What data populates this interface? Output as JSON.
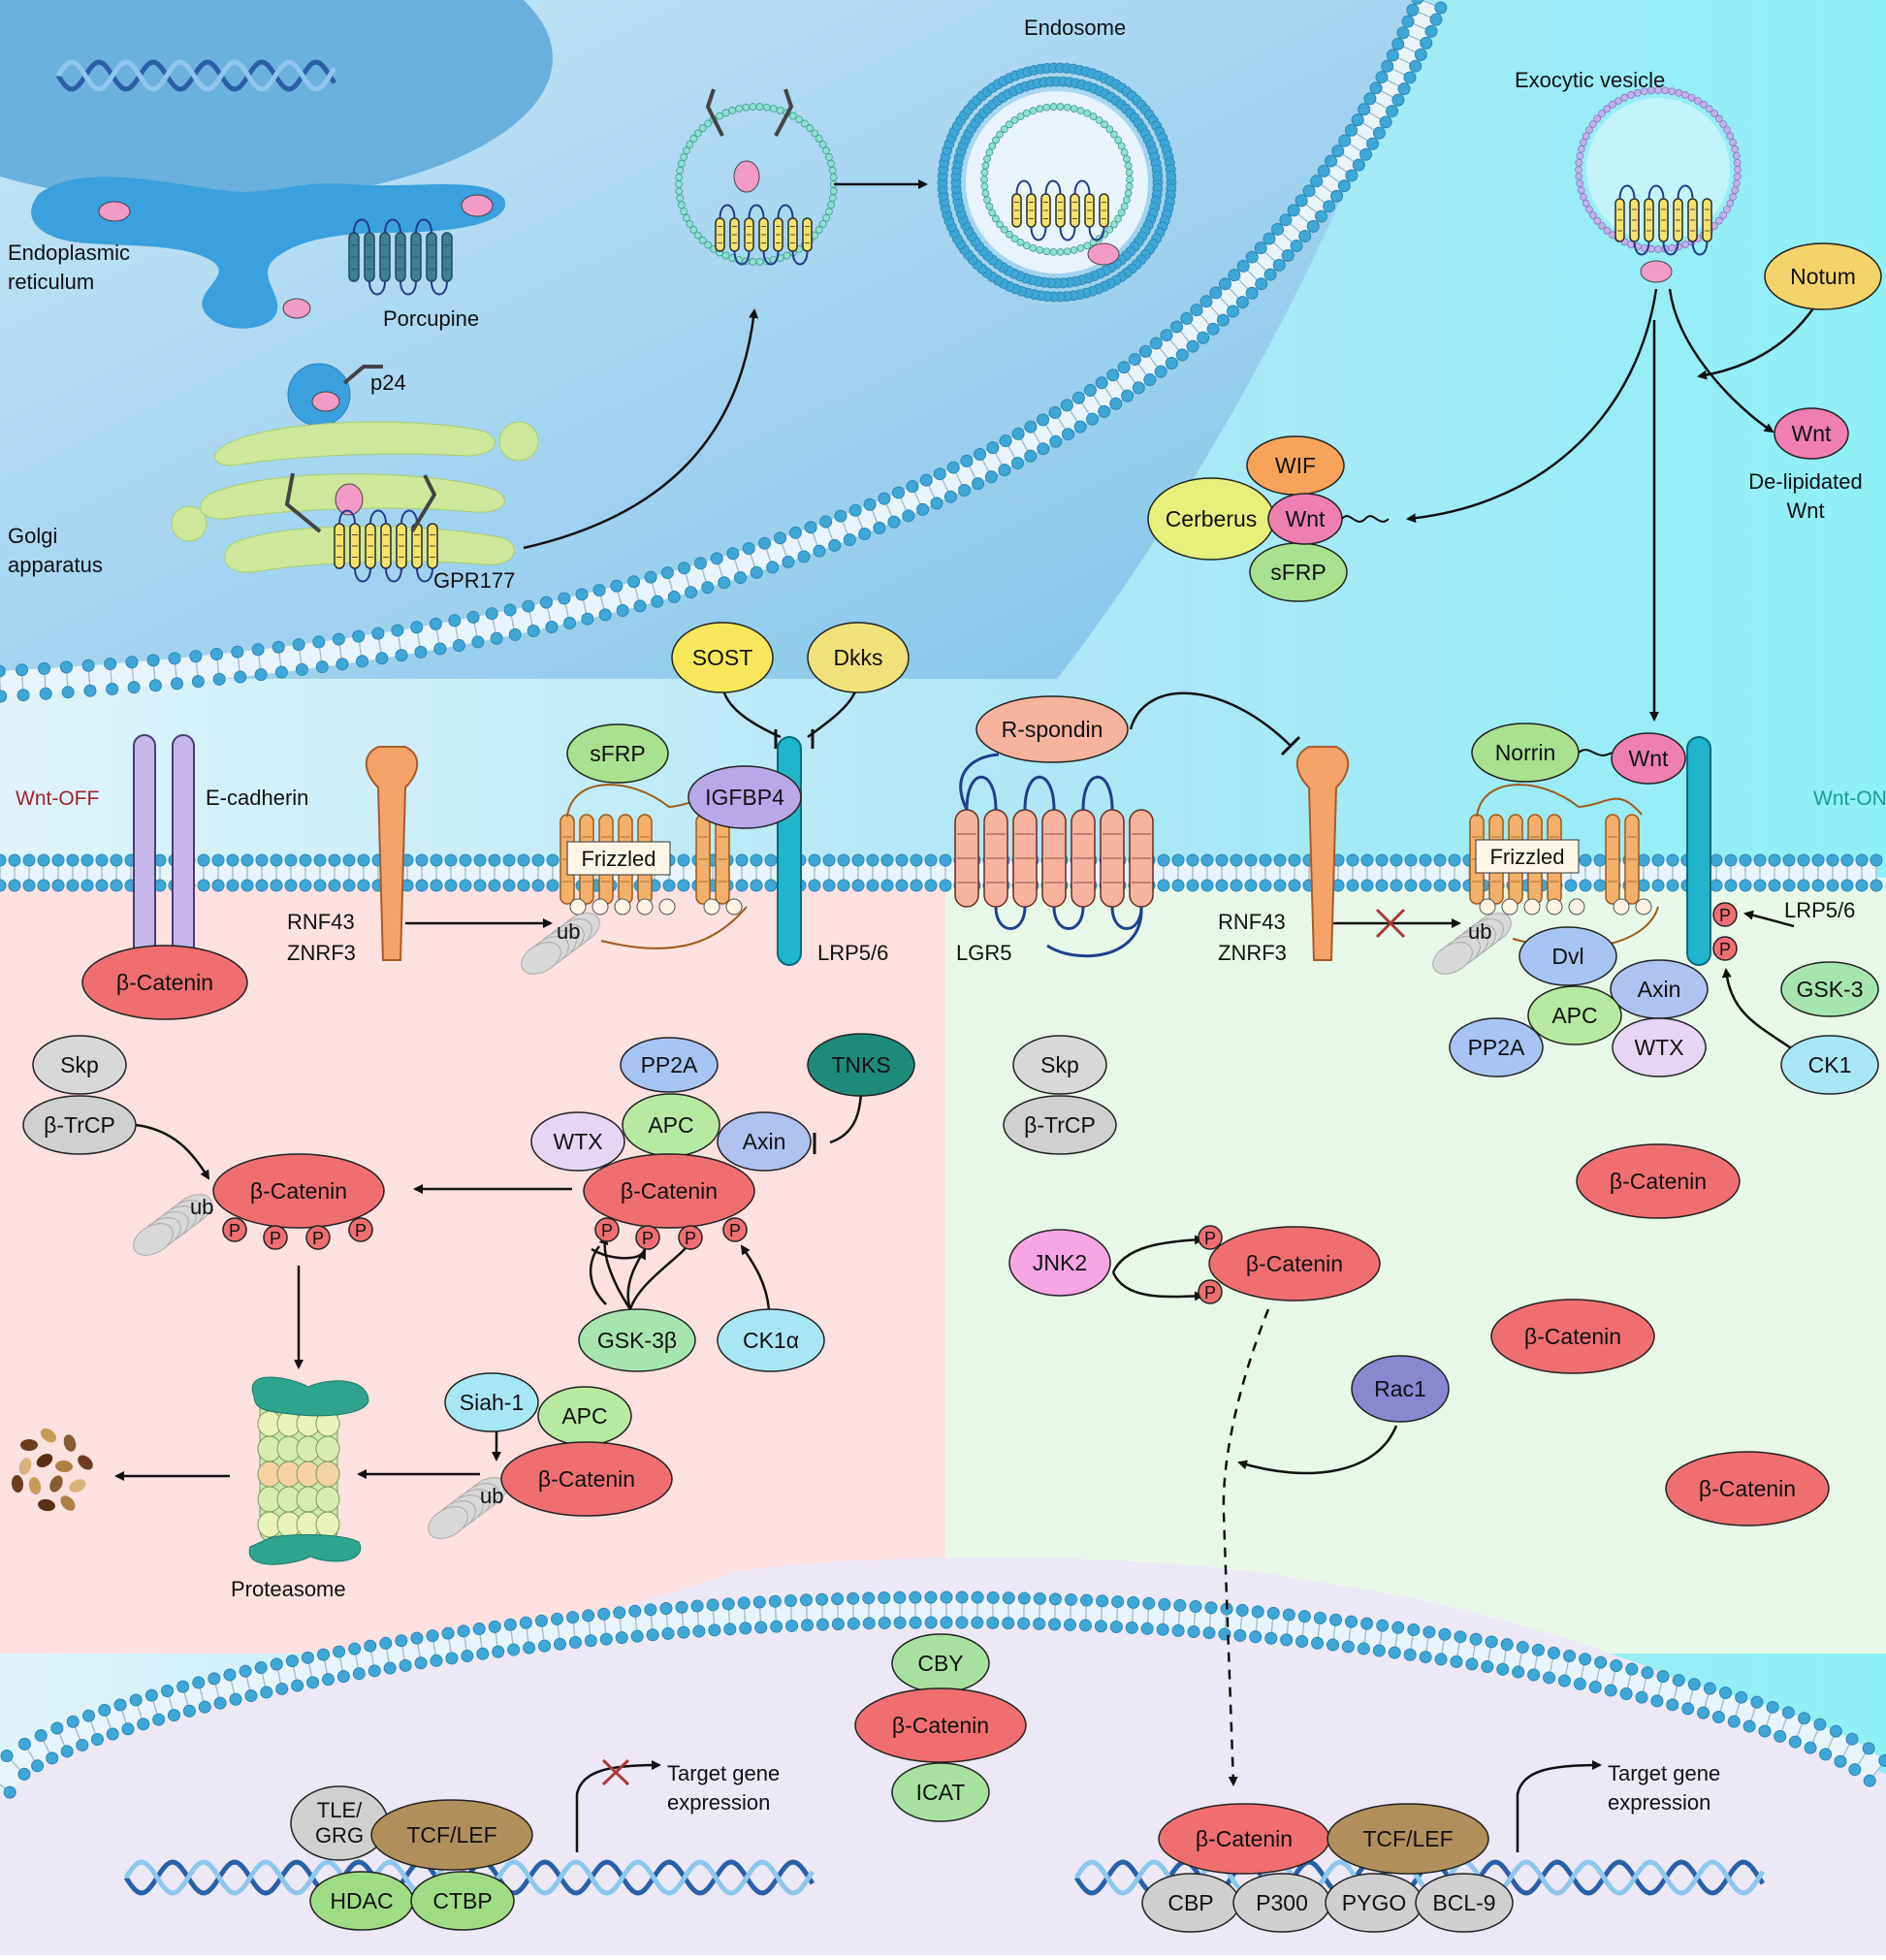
{
  "panels": {
    "off": "Wnt-OFF",
    "on": "Wnt-ON"
  },
  "colors": {
    "golgi_cell": "#7fbde6",
    "extracellular": "#8ff0f6",
    "off_cytoplasm": "#fde0e0",
    "on_cytoplasm": "#e8f8e8",
    "nucleus": "#ece8f6",
    "membrane_head": "#3ea7d8",
    "beta_catenin": "#ef6e72",
    "wnt": "#ef7fb0",
    "frizzled": "#f2b06a",
    "lrp": "#1fb5cc",
    "off_label": "#a0232b",
    "on_label": "#1a9f8a"
  },
  "secretion": {
    "er_label": "Endoplasmic reticulum",
    "porcupine": "Porcupine",
    "p24": "p24",
    "golgi_label": "Golgi apparatus",
    "gpr177": "GPR177",
    "endosome": "Endosome",
    "exocytic_vesicle": "Exocytic vesicle",
    "notum": "Notum",
    "wnt": "Wnt",
    "delipidated": "De-lipidated Wnt",
    "wif": "WIF",
    "cerberus": "Cerberus",
    "sfrp": "sFRP"
  },
  "off": {
    "sost": "SOST",
    "dkks": "Dkks",
    "sfrp": "sFRP",
    "igfbp4": "IGFBP4",
    "frizzled": "Frizzled",
    "lrp": "LRP5/6",
    "ecadherin": "E-cadherin",
    "rnf43": "RNF43",
    "znrf3": "ZNRF3",
    "ub": "ub",
    "beta_catenin": "β-Catenin",
    "skp": "Skp",
    "btrcp": "β-TrCP",
    "pp2a": "PP2A",
    "tnks": "TNKS",
    "wtx": "WTX",
    "apc": "APC",
    "axin": "Axin",
    "gsk3b": "GSK-3β",
    "ck1a": "CK1α",
    "p": "P",
    "siah1": "Siah-1",
    "proteasome": "Proteasome"
  },
  "on": {
    "rspondin": "R-spondin",
    "lgr5": "LGR5",
    "rnf43": "RNF43",
    "znrf3": "ZNRF3",
    "norrin": "Norrin",
    "wnt": "Wnt",
    "frizzled": "Frizzled",
    "lrp": "LRP5/6",
    "ub": "ub",
    "dvl": "Dvl",
    "axin": "Axin",
    "apc": "APC",
    "pp2a": "PP2A",
    "wtx": "WTX",
    "gsk3": "GSK-3",
    "ck1": "CK1",
    "p": "P",
    "skp": "Skp",
    "btrcp": "β-TrCP",
    "jnk2": "JNK2",
    "rac1": "Rac1",
    "beta_catenin": "β-Catenin"
  },
  "nucleus": {
    "cby": "CBY",
    "beta_catenin": "β-Catenin",
    "icat": "ICAT",
    "tle": "TLE/",
    "grg": "GRG",
    "tcf": "TCF/LEF",
    "hdac": "HDAC",
    "ctbp": "CTBP",
    "target1": "Target gene",
    "target2": "expression",
    "cbp": "CBP",
    "p300": "P300",
    "pygo": "PYGO",
    "bcl9": "BCL-9"
  }
}
